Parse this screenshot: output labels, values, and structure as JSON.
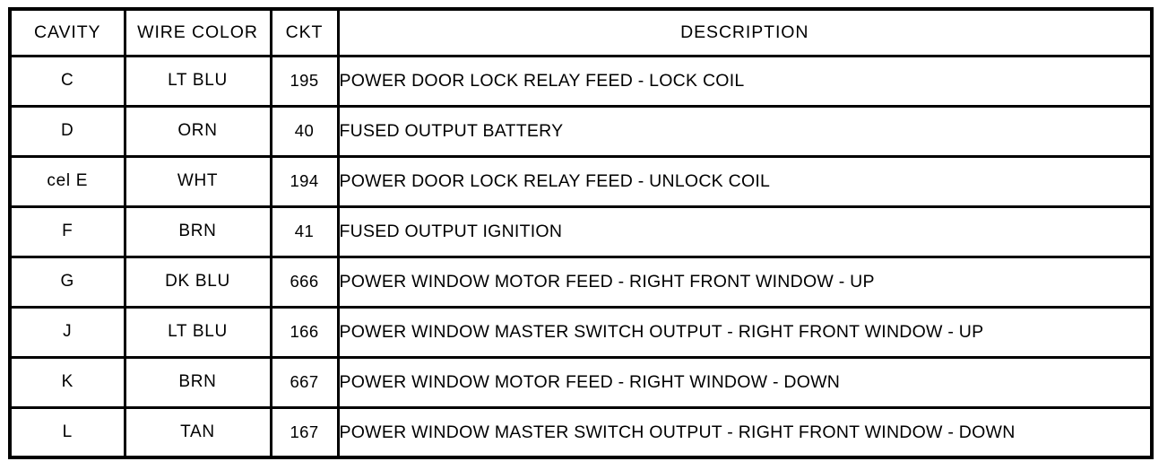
{
  "document": {
    "type": "connector-pinout-table",
    "ink_color": "#000000",
    "paper_color": "#ffffff"
  },
  "table": {
    "name": "connector-cavity-pinout",
    "columns": [
      {
        "key": "cavity",
        "label": "CAVITY",
        "align": "center"
      },
      {
        "key": "wire_color",
        "label": "WIRE COLOR",
        "align": "center"
      },
      {
        "key": "ckt",
        "label": "CKT",
        "align": "center"
      },
      {
        "key": "description",
        "label": "DESCRIPTION",
        "align": "center"
      }
    ],
    "rows": [
      {
        "cavity": "C",
        "wire_color": "LT BLU",
        "ckt": "195",
        "description": "POWER DOOR LOCK RELAY FEED - LOCK COIL"
      },
      {
        "cavity": "D",
        "wire_color": "ORN",
        "ckt": "40",
        "description": "FUSED OUTPUT BATTERY"
      },
      {
        "cavity": "cel E",
        "wire_color": "WHT",
        "ckt": "194",
        "description": "POWER DOOR LOCK RELAY FEED - UNLOCK COIL"
      },
      {
        "cavity": "F",
        "wire_color": "BRN",
        "ckt": "41",
        "description": "FUSED OUTPUT IGNITION"
      },
      {
        "cavity": "G",
        "wire_color": "DK BLU",
        "ckt": "666",
        "description": "POWER WINDOW MOTOR FEED - RIGHT FRONT WINDOW - UP"
      },
      {
        "cavity": "J",
        "wire_color": "LT BLU",
        "ckt": "166",
        "description": "POWER WINDOW MASTER SWITCH OUTPUT - RIGHT FRONT WINDOW - UP"
      },
      {
        "cavity": "K",
        "wire_color": "BRN",
        "ckt": "667",
        "description": "POWER WINDOW MOTOR FEED - RIGHT WINDOW - DOWN"
      },
      {
        "cavity": "L",
        "wire_color": "TAN",
        "ckt": "167",
        "description": "POWER WINDOW MASTER SWITCH OUTPUT - RIGHT FRONT WINDOW - DOWN"
      }
    ]
  }
}
